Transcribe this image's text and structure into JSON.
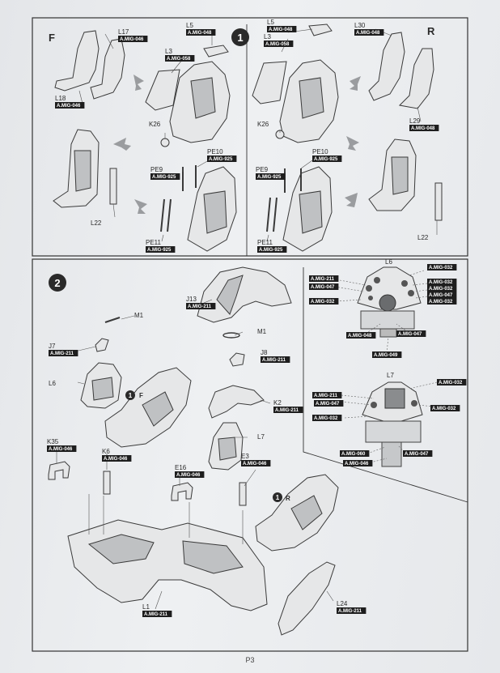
{
  "steps": {
    "step1": {
      "number": "1",
      "left_side": "F",
      "right_side": "R"
    },
    "step2": {
      "number": "2"
    }
  },
  "parts": {
    "L17": {
      "label": "L17",
      "tag": "A.MIG-046"
    },
    "L18": {
      "label": "L18",
      "tag": "A.MIG-046"
    },
    "L3_left": {
      "label": "L3",
      "tag": "A.MIG-058"
    },
    "L5_left": {
      "label": "L5",
      "tag": "A.MIG-048"
    },
    "K26_left": {
      "label": "K26"
    },
    "PE9_left": {
      "label": "PE9",
      "tag": "A.MIG-925"
    },
    "PE10_left": {
      "label": "PE10",
      "tag": "A.MIG-925"
    },
    "PE11_left": {
      "label": "PE11",
      "tag": "A.MIG-925"
    },
    "L22_left": {
      "label": "L22"
    },
    "L5_right": {
      "label": "L5",
      "tag": "A.MIG-048"
    },
    "L3_right": {
      "label": "L3",
      "tag": "A.MIG-058"
    },
    "L30": {
      "label": "L30",
      "tag": "A.MIG-048"
    },
    "L29": {
      "label": "L29",
      "tag": "A.MIG-048"
    },
    "K26_right": {
      "label": "K26"
    },
    "PE9_right": {
      "label": "PE9",
      "tag": "A.MIG-925"
    },
    "PE10_right": {
      "label": "PE10",
      "tag": "A.MIG-925"
    },
    "PE11_right": {
      "label": "PE11",
      "tag": "A.MIG-925"
    },
    "L22_right": {
      "label": "L22"
    },
    "J13": {
      "label": "J13",
      "tag": "A.MIG-211"
    },
    "M1_left": {
      "label": "M1"
    },
    "J7": {
      "label": "J7",
      "tag": "A.MIG-211"
    },
    "L6": {
      "label": "L6"
    },
    "M1_right": {
      "label": "M1"
    },
    "J8": {
      "label": "J8",
      "tag": "A.MIG-211"
    },
    "K2": {
      "label": "K2",
      "tag": "A.MIG-211"
    },
    "L7": {
      "label": "L7"
    },
    "E3": {
      "label": "E3",
      "tag": "A.MIG-046"
    },
    "K35": {
      "label": "K35",
      "tag": "A.MIG-046"
    },
    "K6": {
      "label": "K6",
      "tag": "A.MIG-046"
    },
    "E16": {
      "label": "E16",
      "tag": "A.MIG-046"
    },
    "L1": {
      "label": "L1",
      "tag": "A.MIG-211"
    },
    "L24": {
      "label": "L24",
      "tag": "A.MIG-211"
    }
  },
  "refs": {
    "ref_f": "F",
    "ref_r": "R",
    "ref_num": "1"
  },
  "panel_l6": {
    "title": "L6",
    "callouts": [
      "A.MIG-032",
      "A.MIG-211",
      "A.MIG-032",
      "A.MIG-047",
      "A.MIG-032",
      "A.MIG-047",
      "A.MIG-032",
      "A.MIG-032",
      "A.MIG-048",
      "A.MIG-047",
      "A.MIG-049"
    ]
  },
  "panel_l7": {
    "title": "L7",
    "callouts": [
      "A.MIG-032",
      "A.MIG-211",
      "A.MIG-047",
      "A.MIG-032",
      "A.MIG-032",
      "A.MIG-060",
      "A.MIG-046",
      "A.MIG-047"
    ]
  },
  "footer": {
    "page": "P3"
  },
  "colors": {
    "tag_bg": "#1e1e1e",
    "paper": "#eceef0",
    "line": "#3a3a3a"
  }
}
